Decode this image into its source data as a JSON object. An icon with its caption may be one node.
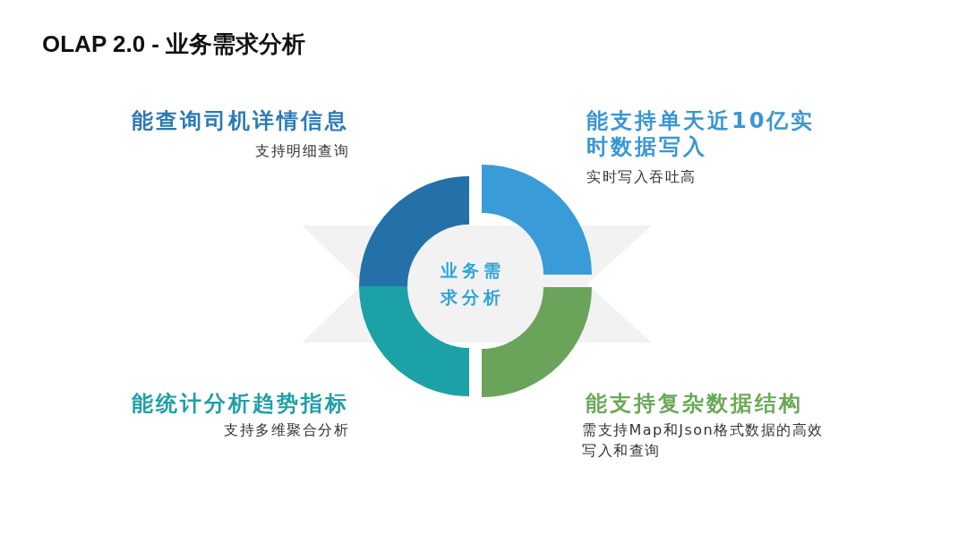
{
  "diagram": {
    "title": "OLAP 2.0 - 业务需求分析",
    "nodes": [
      {
        "text": [],
        "shape": "arc",
        "beside": [
          "能查询司机详情信息",
          "支持明细查询"
        ]
      },
      {
        "text": [],
        "shape": "arc",
        "beside": [
          "能支持单天近10亿实时数据写入",
          "实时写入吞吐高"
        ]
      },
      {
        "text": [
          "业务需求分析"
        ]
      },
      {
        "text": [],
        "shape": "arc",
        "beside": [
          "能统计分析趋势指标",
          "支持多维聚合分析"
        ]
      },
      {
        "text": [],
        "shape": "arc",
        "beside": [
          "能支持复杂数据结构",
          "需支持Map和Json格式数据的高效写入和查询"
        ]
      }
    ]
  }
}
